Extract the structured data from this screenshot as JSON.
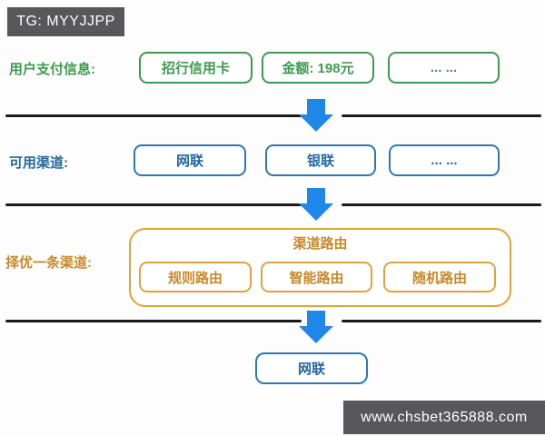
{
  "badges": {
    "tg": "TG: MYYJJPP",
    "watermark": "www.chsbet365888.com"
  },
  "flow": {
    "step1": {
      "label": "用户支付信息:",
      "items": [
        "招行信用卡",
        "金额: 198元",
        "... ..."
      ]
    },
    "step2": {
      "label": "可用渠道:",
      "items": [
        "网联",
        "银联",
        "... ..."
      ]
    },
    "step3": {
      "label": "择优一条渠道:",
      "group_title": "渠道路由",
      "items": [
        "规则路由",
        "智能路由",
        "随机路由"
      ]
    },
    "result": "网联"
  },
  "colors": {
    "payment_green": "#3e9a50",
    "channel_blue": "#2e77b4",
    "routing_orange": "#e0a23d",
    "arrow_blue": "#1f87e8",
    "divider_black": "#1a1a1a",
    "badge_bg": "#58585a"
  }
}
